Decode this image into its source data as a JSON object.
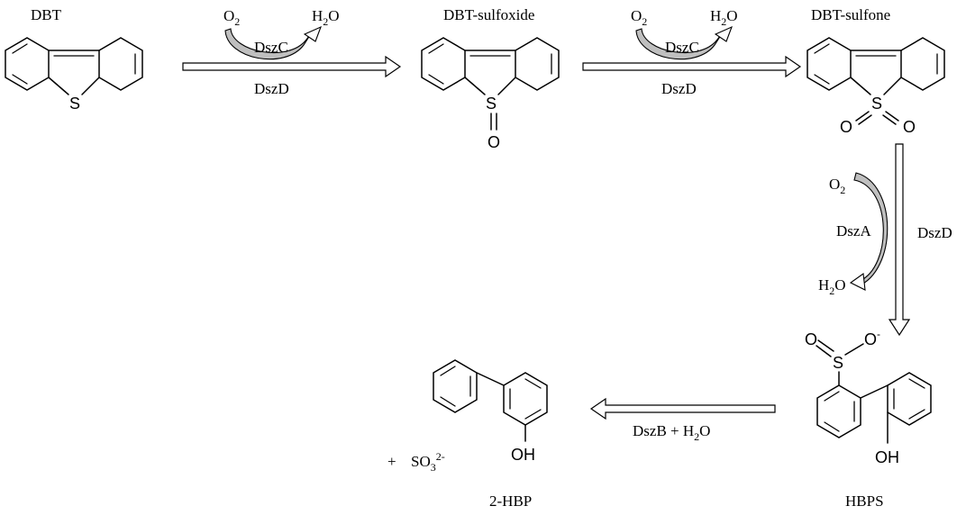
{
  "compounds": {
    "dbt": {
      "label": "DBT",
      "s": "S"
    },
    "sulfoxide": {
      "label": "DBT-sulfoxide",
      "s": "S",
      "o": "O"
    },
    "sulfone": {
      "label": "DBT-sulfone",
      "s": "S",
      "o1": "O",
      "o2": "O"
    },
    "hbps": {
      "label": "HBPS",
      "s": "S",
      "o": "O",
      "o_minus": "O",
      "minus": "-",
      "oh": "OH"
    },
    "hbp": {
      "label": "2-HBP",
      "oh": "OH",
      "plus": "+",
      "so": "SO",
      "so_sub": "3",
      "so_sup": "2-"
    }
  },
  "steps": {
    "step1": {
      "enzyme_top": "DszC",
      "enzyme_bottom": "DszD",
      "in_base": "O",
      "in_sub": "2",
      "out_h": "H",
      "out_sub": "2",
      "out_o": "O"
    },
    "step2": {
      "enzyme_top": "DszC",
      "enzyme_bottom": "DszD",
      "in_base": "O",
      "in_sub": "2",
      "out_h": "H",
      "out_sub": "2",
      "out_o": "O"
    },
    "step3": {
      "enzyme_mid": "DszA",
      "enzyme_side": "DszD",
      "in_base": "O",
      "in_sub": "2",
      "out_h": "H",
      "out_sub": "2",
      "out_o": "O"
    },
    "step4": {
      "enzyme": "DszB + H",
      "enzyme_sub": "2",
      "enzyme_o": "O"
    }
  }
}
